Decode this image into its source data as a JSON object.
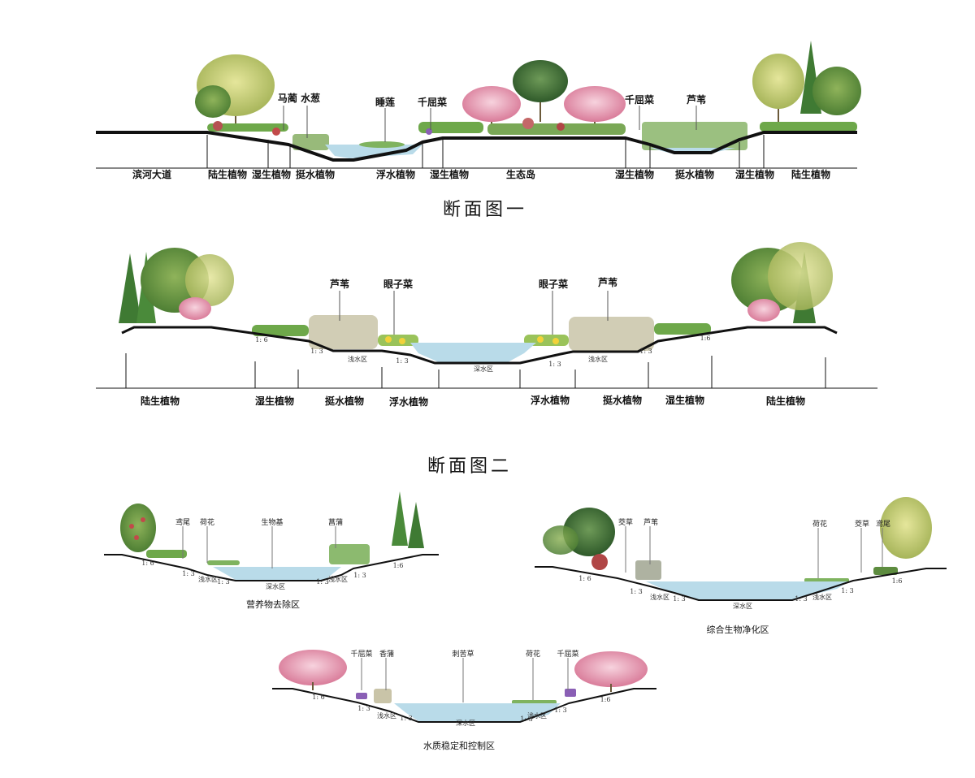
{
  "section1": {
    "title": "断面图一",
    "plants": [
      "马蔺 水葱",
      "睡莲",
      "千屈菜",
      "千屈菜",
      "芦苇"
    ],
    "zones": [
      "滨河大道",
      "陆生植物",
      "湿生植物",
      "挺水植物",
      "浮水植物",
      "湿生植物",
      "生态岛",
      "湿生植物",
      "挺水植物",
      "湿生植物",
      "陆生植物"
    ]
  },
  "section2": {
    "title": "断面图二",
    "plants": [
      "芦苇",
      "眼子菜",
      "眼子菜",
      "芦苇"
    ],
    "slopes": [
      "1: 6",
      "1: 3",
      "1: 3",
      "1: 3",
      "1: 3",
      "1:6"
    ],
    "areas": [
      "浅水区",
      "深水区",
      "浅水区"
    ],
    "zones": [
      "陆生植物",
      "湿生植物",
      "挺水植物",
      "浮水植物",
      "浮水植物",
      "挺水植物",
      "湿生植物",
      "陆生植物"
    ]
  },
  "sectionA": {
    "title": "营养物去除区",
    "plants": [
      "鸢尾",
      "荷花",
      "生物基",
      "菖蒲"
    ],
    "slopes": [
      "1: 6",
      "1: 3",
      "1: 3",
      "1: 3",
      "1: 3",
      "1:6"
    ],
    "areas": [
      "浅水区",
      "深水区",
      "浅水区"
    ]
  },
  "sectionB": {
    "title": "综合生物净化区",
    "plants": [
      "茭草",
      "芦苇",
      "荷花",
      "茭草",
      "鸢尾"
    ],
    "slopes": [
      "1: 6",
      "1: 3",
      "1: 3",
      "1: 3",
      "1: 3",
      "1:6"
    ],
    "areas": [
      "浅水区",
      "深水区",
      "浅水区"
    ]
  },
  "sectionC": {
    "title": "水质稳定和控制区",
    "plants": [
      "千屈菜",
      "香蒲",
      "刺苦草",
      "荷花",
      "千屈菜"
    ],
    "slopes": [
      "1: 6",
      "1: 3",
      "1: 3",
      "1: 3",
      "1: 3",
      "1:6"
    ],
    "areas": [
      "浅水区",
      "深水区",
      "浅水区"
    ]
  },
  "colors": {
    "water": "#b9dbe9",
    "grass": "#6ea84a",
    "tree_green": "#4f8a3a",
    "tree_light": "#a7b85a",
    "blossom": "#e9a2b8",
    "ground": "#111111"
  }
}
